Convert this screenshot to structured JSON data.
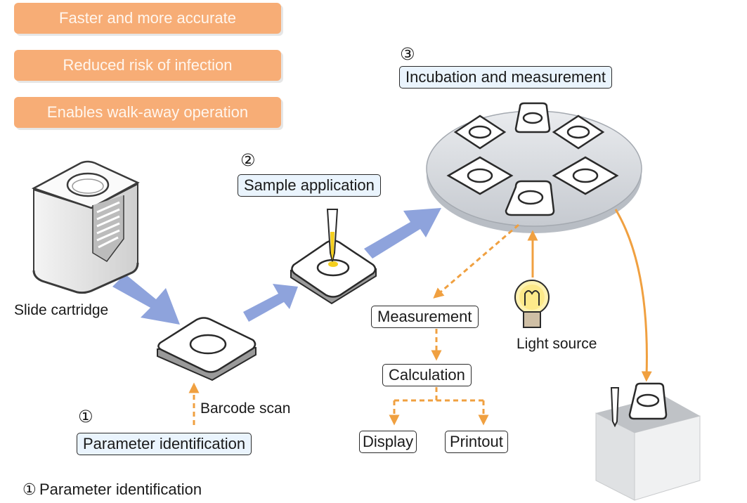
{
  "benefits": [
    "Faster and more accurate",
    "Reduced risk of infection",
    "Enables walk-away operation"
  ],
  "steps": {
    "step1": {
      "number": "①",
      "label": "Parameter identification"
    },
    "step2": {
      "number": "②",
      "label": "Sample application"
    },
    "step3": {
      "number": "③",
      "label": "Incubation and measurement"
    }
  },
  "labels": {
    "slide_cartridge": "Slide cartridge",
    "barcode_scan": "Barcode scan",
    "light_source": "Light source",
    "measurement": "Measurement",
    "calculation": "Calculation",
    "display": "Display",
    "printout": "Printout"
  },
  "footer": {
    "number": "①",
    "label": "Parameter identification"
  },
  "colors": {
    "benefit_bg": "#f7ad76",
    "flow_arrow": "#8ea3dc",
    "dashed_arrow": "#f0a040",
    "step_label_bg": "#eaf4fd"
  }
}
